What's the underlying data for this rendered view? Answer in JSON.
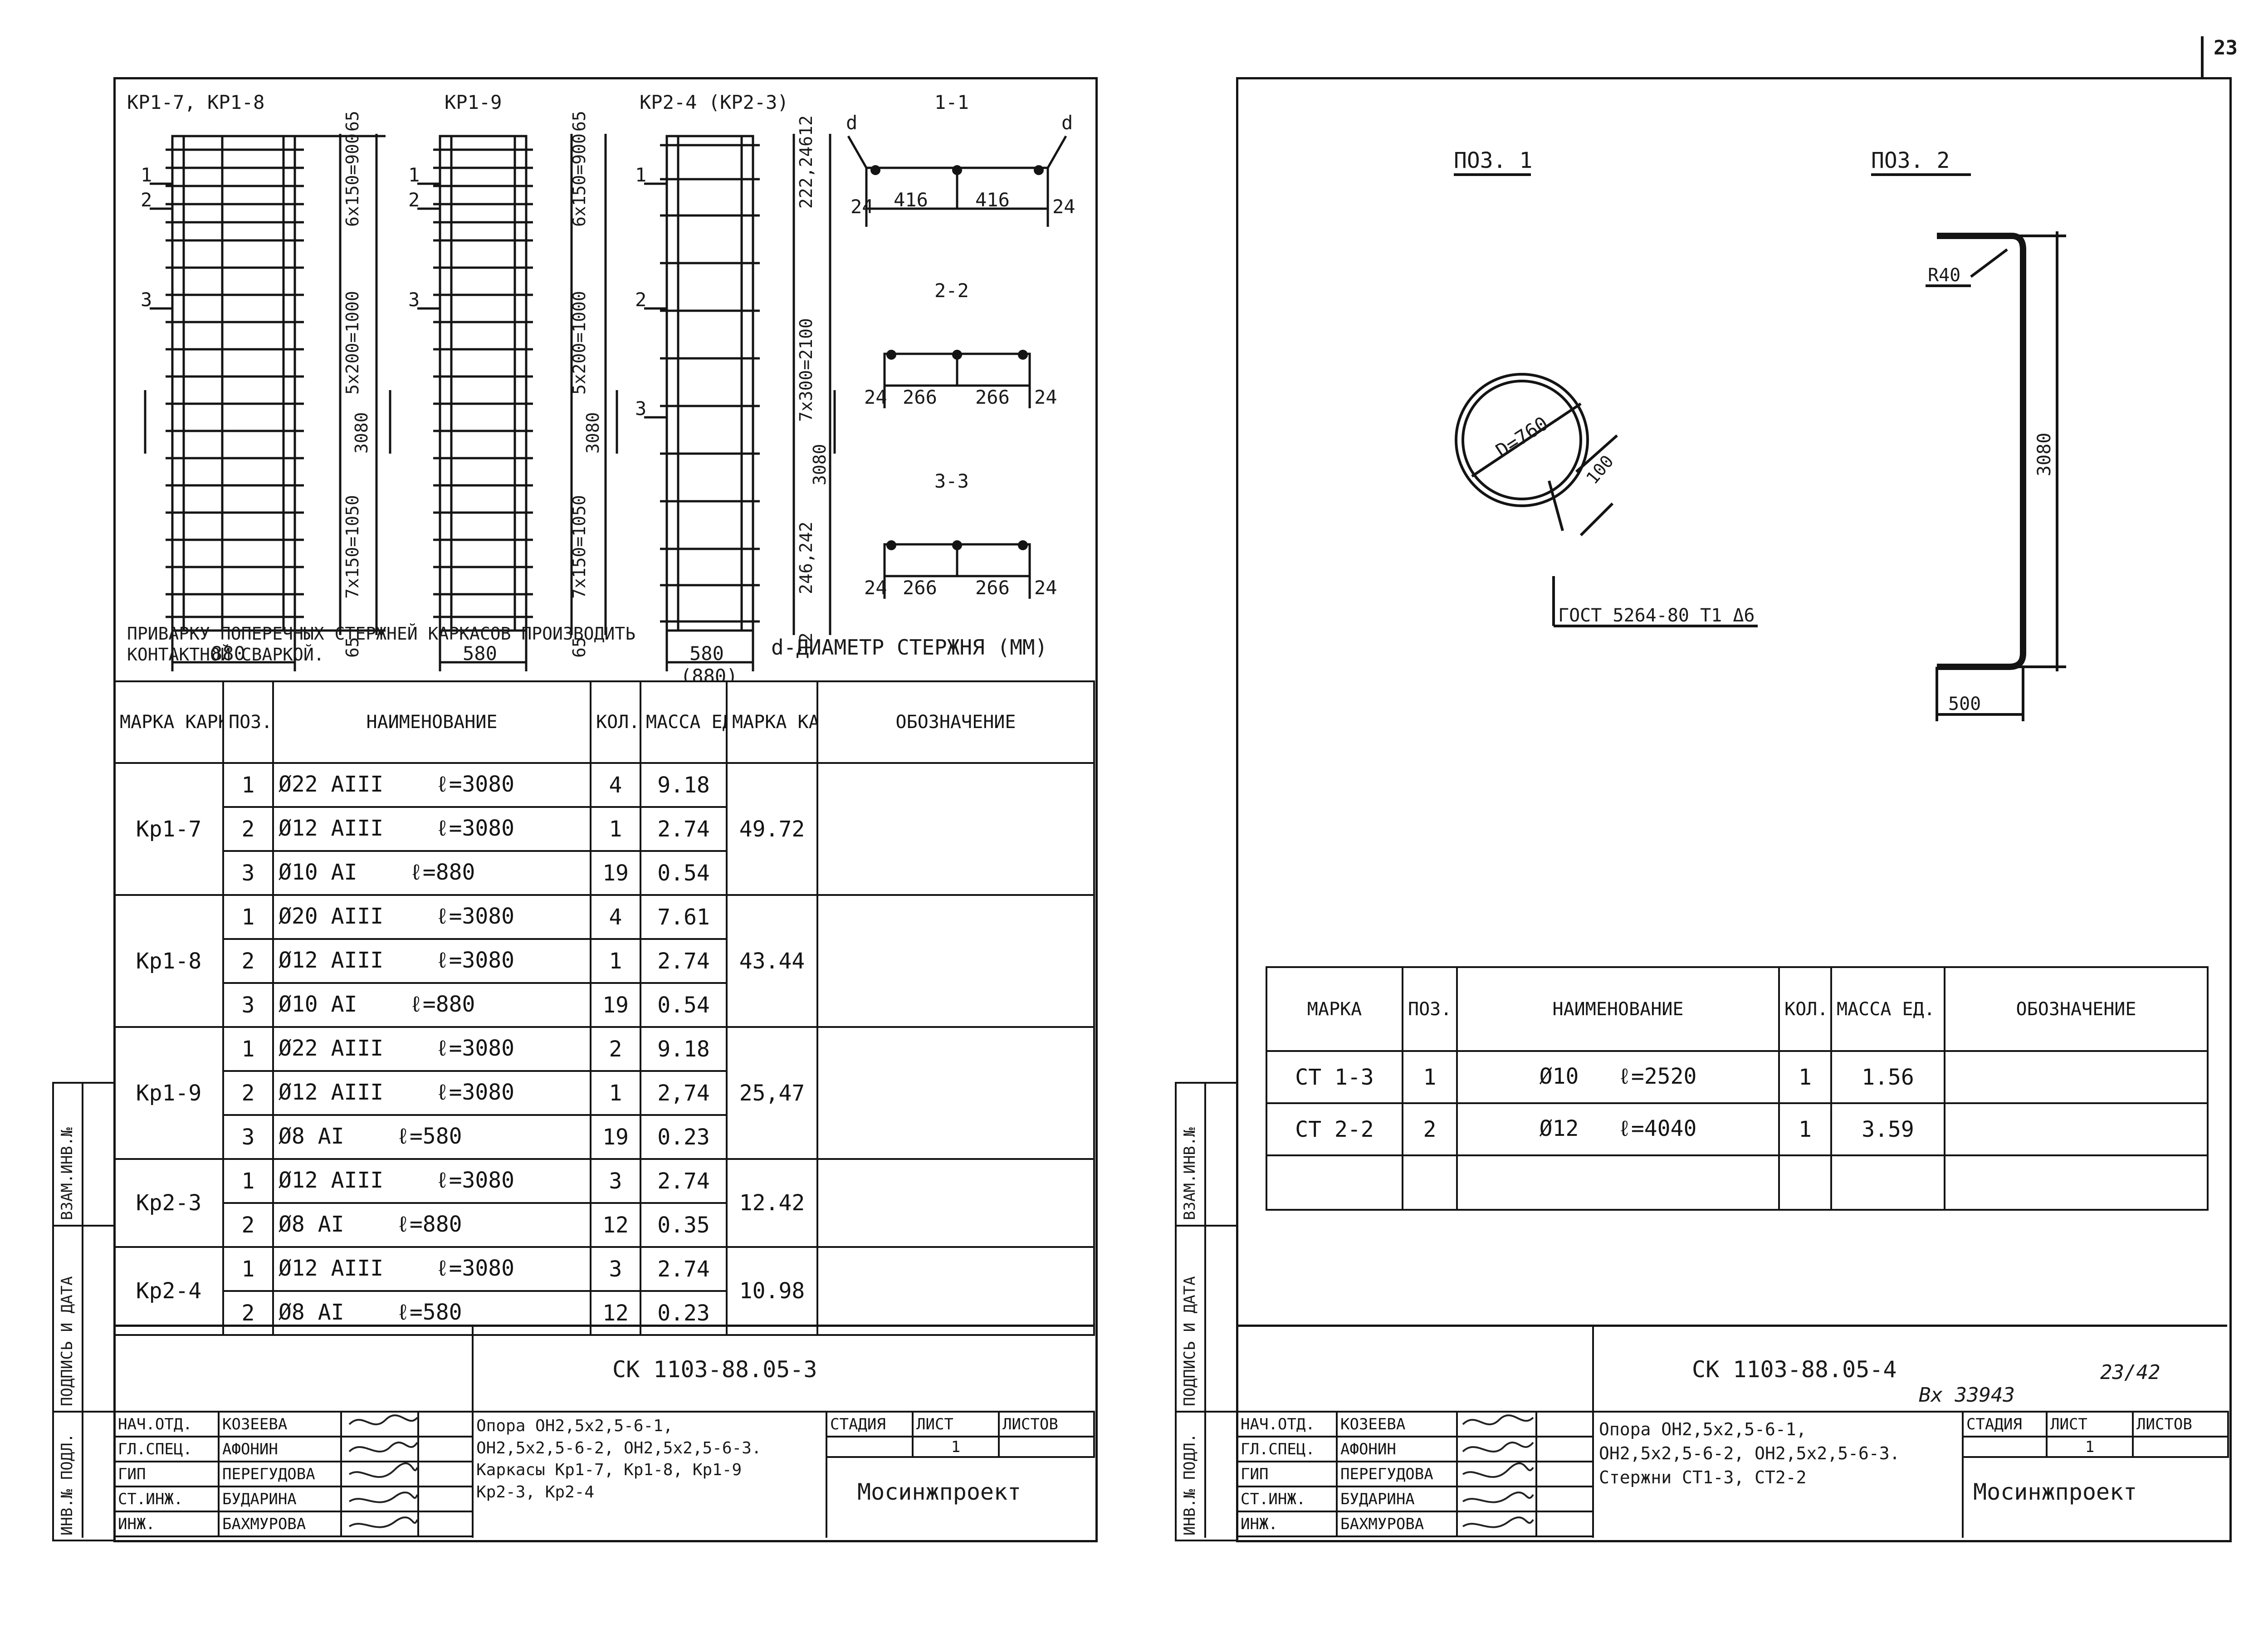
{
  "page_number": "23",
  "sheet1": {
    "frame_labels": [
      "КР1-7, КР1-8",
      "КР1-9",
      "КР2-4 (КР2-3)"
    ],
    "section_labels": [
      "1-1",
      "2-2",
      "3-3"
    ],
    "dims": {
      "kr17": {
        "top": "65",
        "d1": "6х150=900",
        "d2": "5х200=1000",
        "d3": "7х150=1050",
        "bottom": "65",
        "total": "3080",
        "width": "880"
      },
      "kr19": {
        "top": "65",
        "d1": "6х150=900",
        "d2": "5х200=1000",
        "d3": "7х150=1050",
        "bottom": "65",
        "total": "3080",
        "width": "580"
      },
      "kr24": {
        "top": "12",
        "d1": "222,246",
        "d2": "7х300=2100",
        "d3": "246,242",
        "bottom": "12",
        "total": "3080",
        "width": "580",
        "width_alt": "(880)"
      },
      "s11": [
        "24",
        "416",
        "416",
        "24"
      ],
      "s22": [
        "24",
        "266",
        "266",
        "24"
      ],
      "s33": [
        "24",
        "266",
        "266",
        "24"
      ],
      "d_mark": "d"
    },
    "position_marks": [
      "1",
      "2",
      "3"
    ],
    "notes": {
      "welding": "ПРИВАРКУ ПОПЕРЕЧНЫХ СТЕРЖНЕЙ КАРКАСОВ ПРОИЗВОДИТЬ КОНТАКТНОЙ СВАРКОЙ.",
      "diameter": "d-ДИАМЕТР СТЕРЖНЯ (ММ)"
    },
    "table": {
      "headers": [
        "МАРКА КАРКАСА",
        "ПОЗ.",
        "НАИМЕНОВАНИЕ",
        "КОЛ.",
        "МАССА ЕД. КГ",
        "МАРКА КАРКАСА КГ",
        "ОБОЗНАЧЕНИЕ"
      ],
      "groups": [
        {
          "mark": "Кр1-7",
          "total": "49.72",
          "rows": [
            {
              "pos": "1",
              "name": "Ø22 АIII",
              "len": "ℓ=3080",
              "qty": "4",
              "mass": "9.18"
            },
            {
              "pos": "2",
              "name": "Ø12 АIII",
              "len": "ℓ=3080",
              "qty": "1",
              "mass": "2.74"
            },
            {
              "pos": "3",
              "name": "Ø10 АI",
              "len": "ℓ=880",
              "qty": "19",
              "mass": "0.54"
            }
          ]
        },
        {
          "mark": "Кр1-8",
          "total": "43.44",
          "rows": [
            {
              "pos": "1",
              "name": "Ø20 АIII",
              "len": "ℓ=3080",
              "qty": "4",
              "mass": "7.61"
            },
            {
              "pos": "2",
              "name": "Ø12 АIII",
              "len": "ℓ=3080",
              "qty": "1",
              "mass": "2.74"
            },
            {
              "pos": "3",
              "name": "Ø10 АI",
              "len": "ℓ=880",
              "qty": "19",
              "mass": "0.54"
            }
          ]
        },
        {
          "mark": "Кр1-9",
          "total": "25,47",
          "rows": [
            {
              "pos": "1",
              "name": "Ø22 АIII",
              "len": "ℓ=3080",
              "qty": "2",
              "mass": "9.18"
            },
            {
              "pos": "2",
              "name": "Ø12 АIII",
              "len": "ℓ=3080",
              "qty": "1",
              "mass": "2,74"
            },
            {
              "pos": "3",
              "name": "Ø8 АI",
              "len": "ℓ=580",
              "qty": "19",
              "mass": "0.23"
            }
          ]
        },
        {
          "mark": "Кр2-3",
          "total": "12.42",
          "rows": [
            {
              "pos": "1",
              "name": "Ø12 АIII",
              "len": "ℓ=3080",
              "qty": "3",
              "mass": "2.74"
            },
            {
              "pos": "2",
              "name": "Ø8 АI",
              "len": "ℓ=880",
              "qty": "12",
              "mass": "0.35"
            }
          ]
        },
        {
          "mark": "Кр2-4",
          "total": "10.98",
          "rows": [
            {
              "pos": "1",
              "name": "Ø12 АIII",
              "len": "ℓ=3080",
              "qty": "3",
              "mass": "2.74"
            },
            {
              "pos": "2",
              "name": "Ø8 АI",
              "len": "ℓ=580",
              "qty": "12",
              "mass": "0.23"
            }
          ]
        }
      ]
    },
    "side_stamp": [
      "ВЗАМ.ИНВ.№",
      "ПОДПИСЬ И ДАТА",
      "ИНВ.№ ПОДЛ."
    ],
    "title_block": {
      "code": "СК 1103-88.05-3",
      "roles": [
        "НАЧ.ОТД.",
        "ГЛ.СПЕЦ.",
        "ГИП",
        "СТ.ИНЖ.",
        "ИНЖ."
      ],
      "names": [
        "КОЗЕЕВА",
        "АФОНИН",
        "ПЕРЕГУДОВА",
        "БУДАРИНА",
        "БАХМУРОВА"
      ],
      "description": [
        "Опора ОН2,5х2,5-6-1,",
        "ОН2,5х2,5-6-2, ОН2,5х2,5-6-3.",
        "Каркасы Кр1-7, Кр1-8, Кр1-9",
        "Кр2-3, Кр2-4"
      ],
      "stage_label": "СТАДИЯ",
      "sheet_label": "ЛИСТ",
      "sheets_label": "ЛИСТОВ",
      "sheet_value": "1",
      "org": "Мосинжпроект"
    }
  },
  "sheet2": {
    "pos1_label": "ПОЗ. 1",
    "pos2_label": "ПОЗ. 2",
    "pos1_dims": {
      "diameter": "D=760",
      "offset": "100"
    },
    "gost": "ГОСТ 5264-80 Т1 Δ6",
    "pos2_dims": {
      "radius": "R40",
      "height": "3080",
      "base": "500"
    },
    "table": {
      "headers": [
        "МАРКА",
        "ПОЗ.",
        "НАИМЕНОВАНИЕ",
        "КОЛ.",
        "МАССА ЕД. КГ",
        "ОБОЗНАЧЕНИЕ"
      ],
      "rows": [
        {
          "mark": "СТ 1-3",
          "pos": "1",
          "name": "Ø10",
          "len": "ℓ=2520",
          "qty": "1",
          "mass": "1.56"
        },
        {
          "mark": "СТ 2-2",
          "pos": "2",
          "name": "Ø12",
          "len": "ℓ=4040",
          "qty": "1",
          "mass": "3.59"
        }
      ]
    },
    "side_stamp": [
      "ВЗАМ.ИНВ.№",
      "ПОДПИСЬ И ДАТА",
      "ИНВ.№ ПОДЛ."
    ],
    "title_block": {
      "code": "СК 1103-88.05-4",
      "registration": "Вх 33943",
      "page_fraction": "23/42",
      "roles": [
        "НАЧ.ОТД.",
        "ГЛ.СПЕЦ.",
        "ГИП",
        "СТ.ИНЖ.",
        "ИНЖ."
      ],
      "names": [
        "КОЗЕЕВА",
        "АФОНИН",
        "ПЕРЕГУДОВА",
        "БУДАРИНА",
        "БАХМУРОВА"
      ],
      "description": [
        "Опора ОН2,5х2,5-6-1,",
        "ОН2,5х2,5-6-2, ОН2,5х2,5-6-3.",
        "Стержни СТ1-3, СТ2-2"
      ],
      "stage_label": "СТАДИЯ",
      "sheet_label": "ЛИСТ",
      "sheets_label": "ЛИСТОВ",
      "sheet_value": "1",
      "org": "Мосинжпроект"
    }
  }
}
